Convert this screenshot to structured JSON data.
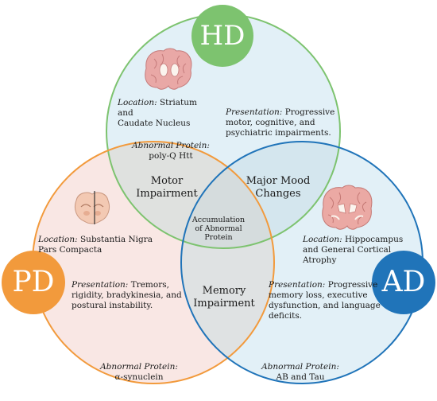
{
  "diseases": {
    "hd": {
      "abbr": "HD",
      "color": "#7dc36f",
      "fill": "#ddeef7",
      "location_label": "Location:",
      "location_line1": "Striatum and",
      "location_line2": "Caudate Nucleus",
      "presentation_label": "Presentation:",
      "presentation_line1": "Progressive",
      "presentation_line2": "motor, cognitive, and",
      "presentation_line3": "psychiatric impairments.",
      "protein_label": "Abnormal Protein:",
      "protein": "poly-Q Htt"
    },
    "pd": {
      "abbr": "PD",
      "color": "#f29a3c",
      "fill": "#f9e6e3",
      "location_label": "Location:",
      "location_line1": "Substantia Nigra",
      "location_line2": "Pars Compacta",
      "presentation_label": "Presentation:",
      "presentation_line1": "Tremors,",
      "presentation_line2": "rigidity, bradykinesia, and",
      "presentation_line3": "postural instability.",
      "protein_label": "Abnormal Protein:",
      "protein": "α-synuclein"
    },
    "ad": {
      "abbr": "AD",
      "color": "#2074b9",
      "fill": "#ddeef7",
      "location_label": "Location:",
      "location_line1": "Hippocampus",
      "location_line2": "and General Cortical",
      "location_line3": "Atrophy",
      "presentation_label": "Presentation:",
      "presentation_line1": "Progressive",
      "presentation_line2": "memory loss, executive",
      "presentation_line3": "dysfunction, and language",
      "presentation_line4": "deficits.",
      "protein_label": "Abnormal Protein:",
      "protein": "AB and Tau"
    }
  },
  "overlaps": {
    "hd_pd_line1": "Motor",
    "hd_pd_line2": "Impairment",
    "hd_ad_line1": "Major Mood",
    "hd_ad_line2": "Changes",
    "pd_ad_line1": "Memory",
    "pd_ad_line2": "Impairment",
    "all_line1": "Accumulation",
    "all_line2": "of Abnormal",
    "all_line3": "Protein"
  },
  "icons": [
    "brain-coronal-icon",
    "midbrain-section-icon",
    "brain-coronal-atrophy-icon"
  ]
}
